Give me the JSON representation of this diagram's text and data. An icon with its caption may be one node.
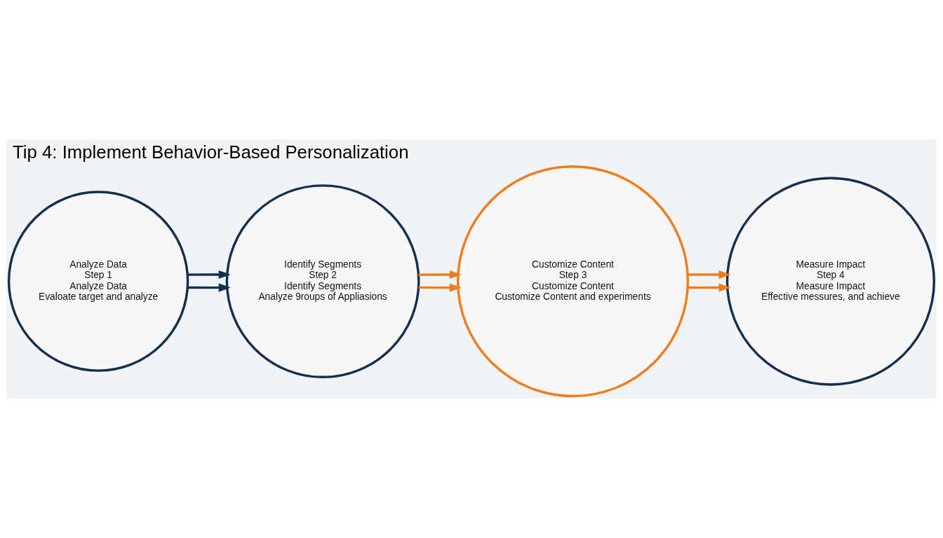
{
  "diagram": {
    "title": "Tip 4: Implement Behavior-Based Personalization",
    "nodes": [
      {
        "text": [
          "Analyze Data",
          "Step 1",
          "Analyze Data",
          "Evaloate target and analyze"
        ]
      },
      {
        "text": [
          "Identify Segments",
          "Step 2",
          "Identify Segments",
          "Analyze 9roups of Appliasions"
        ]
      },
      {
        "text": [
          "Customize Content",
          "Step 3",
          "Customize Content",
          "Customize Content and experiments"
        ]
      },
      {
        "text": [
          "Measure Impact",
          "Step 4",
          "Measure Impact",
          "Effective messures, and achieve"
        ]
      }
    ],
    "edges": [
      {
        "from": 0,
        "to": 1,
        "arrow": "to",
        "color": "#12304f"
      },
      {
        "from": 0,
        "to": 1,
        "arrow": "to",
        "color": "#12304f"
      },
      {
        "from": 1,
        "to": 2,
        "arrow": "to"
      },
      {
        "from": 1,
        "to": 2,
        "arrow": "to"
      },
      {
        "from": 2,
        "to": 3,
        "arrow": "to"
      },
      {
        "from": 2,
        "to": 3,
        "arrow": "to"
      }
    ]
  }
}
